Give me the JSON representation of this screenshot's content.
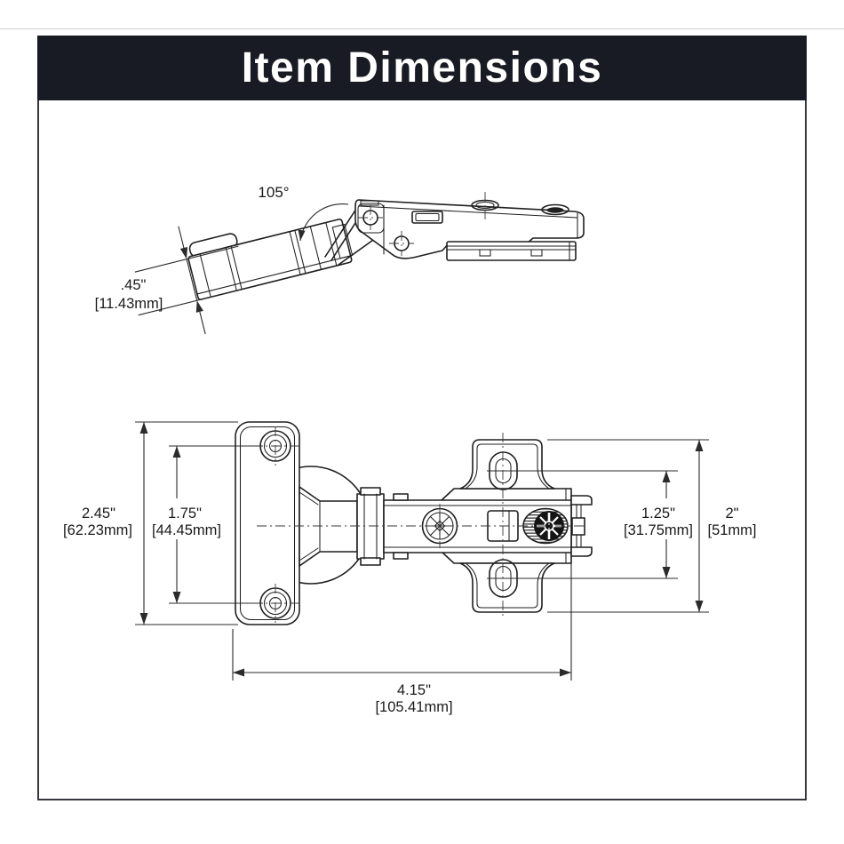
{
  "header": {
    "title": "Item Dimensions",
    "bg_color": "#191b24",
    "text_color": "#ffffff"
  },
  "style": {
    "line_color": "#1f1f1f",
    "dimension_color": "#2b2b2b",
    "card_border_color": "#35363e"
  },
  "side_view": {
    "description": "hinge side view, opened",
    "opening_angle_label": "105°",
    "cup_depth": {
      "inches": ".45\"",
      "mm": "[11.43mm]"
    }
  },
  "top_view": {
    "description": "hinge top view with cup plate and mounting plate",
    "plate_height": {
      "inches": "2.45\"",
      "mm": "[62.23mm]"
    },
    "hole_spacing": {
      "inches": "1.75\"",
      "mm": "[44.45mm]"
    },
    "slot_spacing": {
      "inches": "1.25\"",
      "mm": "[31.75mm]"
    },
    "mount_plate_height": {
      "inches": "2\"",
      "mm": "[51mm]"
    },
    "overall_length": {
      "inches": "4.15\"",
      "mm": "[105.41mm]"
    }
  }
}
